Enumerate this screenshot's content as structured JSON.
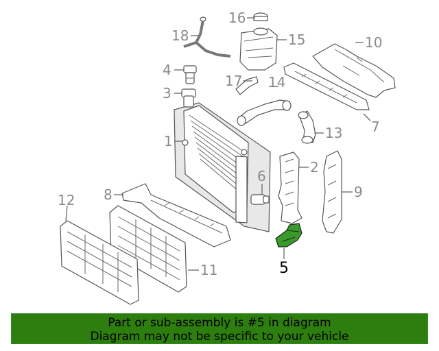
{
  "diagram": {
    "callouts": [
      "1",
      "2",
      "3",
      "4",
      "5",
      "6",
      "7",
      "8",
      "9",
      "10",
      "11",
      "12",
      "13",
      "14",
      "15",
      "16",
      "17",
      "18"
    ],
    "highlighted_part": "5",
    "highlight_color": "#3a9a2a"
  },
  "banner": {
    "line1": "Part or sub-assembly is #5 in diagram",
    "line2": "Diagram may not be specific to your vehicle",
    "background": "#2e7d0f"
  }
}
